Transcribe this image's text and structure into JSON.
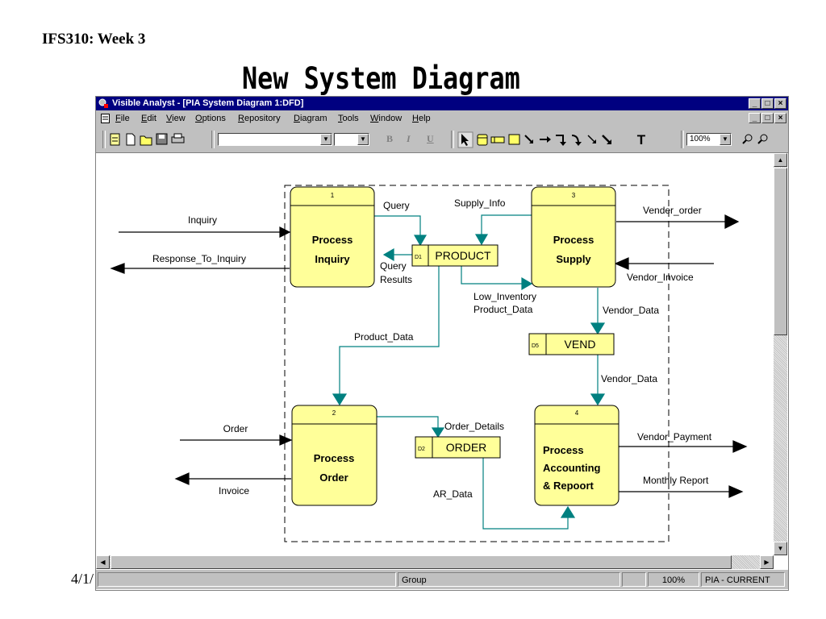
{
  "slide": {
    "header": "IFS310: Week 3",
    "title": "New System Diagram",
    "footer_fragment": "4/1/"
  },
  "window": {
    "title": "Visible Analyst - [PIA System Diagram 1:DFD]",
    "controls": [
      "_",
      "□",
      "×"
    ]
  },
  "menu": {
    "items": [
      "File",
      "Edit",
      "View",
      "Options",
      "Repository",
      "Diagram",
      "Tools",
      "Window",
      "Help"
    ]
  },
  "toolbar": {
    "bold_label": "B",
    "italic_label": "I",
    "underline_label": "U",
    "text_tool_label": "T",
    "zoom_value": "100%"
  },
  "diagram": {
    "processes": [
      {
        "number": "1",
        "line1": "Process",
        "line2": "Inquiry",
        "line3": ""
      },
      {
        "number": "2",
        "line1": "Process",
        "line2": "Order",
        "line3": ""
      },
      {
        "number": "3",
        "line1": "Process",
        "line2": "Supply",
        "line3": ""
      },
      {
        "number": "4",
        "line1": "Process",
        "line2": "Accounting",
        "line3": "& Repoort"
      }
    ],
    "stores": [
      {
        "id": "D1",
        "name": "PRODUCT"
      },
      {
        "id": "D2",
        "name": "ORDER"
      },
      {
        "id": "D5",
        "name": "VEND"
      }
    ],
    "flows": {
      "inquiry": "Inquiry",
      "response": "Response_To_Inquiry",
      "query": "Query",
      "query_results_1": "Query",
      "query_results_2": "Results",
      "supply_info": "Supply_Info",
      "vender_order": "Vender_order",
      "vendor_invoice": "Vendor_Invoice",
      "low_inventory_1": "Low_Inventory",
      "low_inventory_2": "Product_Data",
      "vendor_data_1": "Vendor_Data",
      "vendor_data_2": "Vendor_Data",
      "product_data": "Product_Data",
      "order": "Order",
      "invoice": "Invoice",
      "order_details": "Order_Details",
      "ar_data": "AR_Data",
      "vendor_payment": "Vendor_Payment",
      "monthly_report": "Monthly Report"
    }
  },
  "status": {
    "mode": "Group",
    "zoom": "100%",
    "project": "PIA - CURRENT"
  },
  "colors": {
    "titlebar": "#000080",
    "chrome": "#c0c0c0",
    "process_fill": "#ffff99",
    "flow_teal": "#008080"
  }
}
